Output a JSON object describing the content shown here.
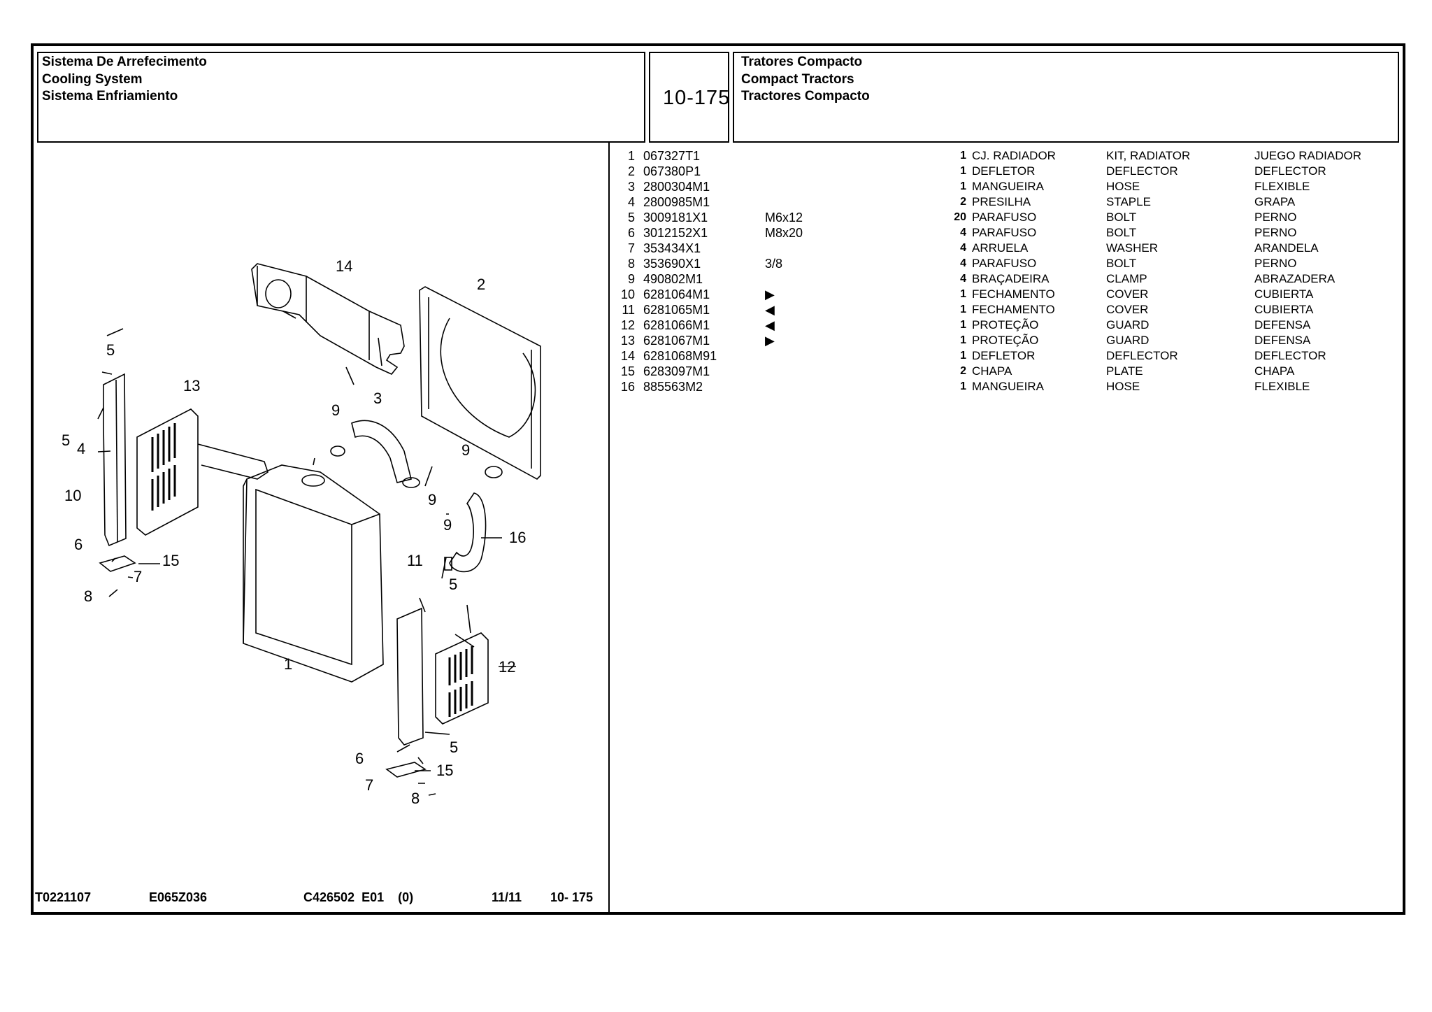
{
  "header": {
    "left_titles": [
      "Sistema De Arrefecimento",
      "Cooling System",
      "Sistema Enfriamiento"
    ],
    "page_number": "10-175",
    "right_titles": [
      "Tratores Compacto",
      "Compact Tractors",
      "Tractores Compacto"
    ]
  },
  "footer": {
    "code1": "T0221107",
    "code2": "E065Z036",
    "code3": "C426502  E01    (0)",
    "date": "11/11",
    "page": "10- 175"
  },
  "parts": [
    {
      "item": "1",
      "part_no": "067327T1",
      "note": "",
      "qty": "1",
      "pt": "CJ. RADIADOR",
      "en": "KIT, RADIATOR",
      "es": "JUEGO RADIADOR"
    },
    {
      "item": "2",
      "part_no": "067380P1",
      "note": "",
      "qty": "1",
      "pt": "DEFLETOR",
      "en": "DEFLECTOR",
      "es": "DEFLECTOR"
    },
    {
      "item": "3",
      "part_no": "2800304M1",
      "note": "",
      "qty": "1",
      "pt": "MANGUEIRA",
      "en": "HOSE",
      "es": "FLEXIBLE"
    },
    {
      "item": "4",
      "part_no": "2800985M1",
      "note": "",
      "qty": "2",
      "pt": "PRESILHA",
      "en": "STAPLE",
      "es": "GRAPA"
    },
    {
      "item": "5",
      "part_no": "3009181X1",
      "note": "M6x12",
      "qty": "20",
      "pt": "PARAFUSO",
      "en": "BOLT",
      "es": "PERNO"
    },
    {
      "item": "6",
      "part_no": "3012152X1",
      "note": "M8x20",
      "qty": "4",
      "pt": "PARAFUSO",
      "en": "BOLT",
      "es": "PERNO"
    },
    {
      "item": "7",
      "part_no": "353434X1",
      "note": "",
      "qty": "4",
      "pt": "ARRUELA",
      "en": "WASHER",
      "es": "ARANDELA"
    },
    {
      "item": "8",
      "part_no": "353690X1",
      "note": "3/8",
      "qty": "4",
      "pt": "PARAFUSO",
      "en": "BOLT",
      "es": "PERNO"
    },
    {
      "item": "9",
      "part_no": "490802M1",
      "note": "",
      "qty": "4",
      "pt": "BRAÇADEIRA",
      "en": "CLAMP",
      "es": "ABRAZADERA"
    },
    {
      "item": "10",
      "part_no": "6281064M1",
      "note": "▶",
      "qty": "1",
      "pt": "FECHAMENTO",
      "en": "COVER",
      "es": "CUBIERTA"
    },
    {
      "item": "11",
      "part_no": "6281065M1",
      "note": "◀",
      "qty": "1",
      "pt": "FECHAMENTO",
      "en": "COVER",
      "es": "CUBIERTA"
    },
    {
      "item": "12",
      "part_no": "6281066M1",
      "note": "◀",
      "qty": "1",
      "pt": "PROTEÇÃO",
      "en": "GUARD",
      "es": "DEFENSA"
    },
    {
      "item": "13",
      "part_no": "6281067M1",
      "note": "▶",
      "qty": "1",
      "pt": "PROTEÇÃO",
      "en": "GUARD",
      "es": "DEFENSA"
    },
    {
      "item": "14",
      "part_no": "6281068M91",
      "note": "",
      "qty": "1",
      "pt": "DEFLETOR",
      "en": "DEFLECTOR",
      "es": "DEFLECTOR"
    },
    {
      "item": "15",
      "part_no": "6283097M1",
      "note": "",
      "qty": "2",
      "pt": "CHAPA",
      "en": "PLATE",
      "es": "CHAPA"
    },
    {
      "item": "16",
      "part_no": "885563M2",
      "note": "",
      "qty": "1",
      "pt": "MANGUEIRA",
      "en": "HOSE",
      "es": "FLEXIBLE"
    }
  ],
  "diagram": {
    "callouts": {
      "c14": "14",
      "c2": "2",
      "c5a": "5",
      "c13": "13",
      "c3": "3",
      "c9a": "9",
      "c5b": "5",
      "c4": "4",
      "c9b": "9",
      "c9c": "9",
      "c10": "10",
      "c9d": "9",
      "c16": "16",
      "c6a": "6",
      "c15a": "15",
      "c7a": "7",
      "c8a": "8",
      "c11": "11",
      "c5c": "5",
      "c1": "1",
      "c12": "12",
      "c6b": "6",
      "c5d": "5",
      "c15b": "15",
      "c7b": "7",
      "c8b": "8"
    }
  }
}
